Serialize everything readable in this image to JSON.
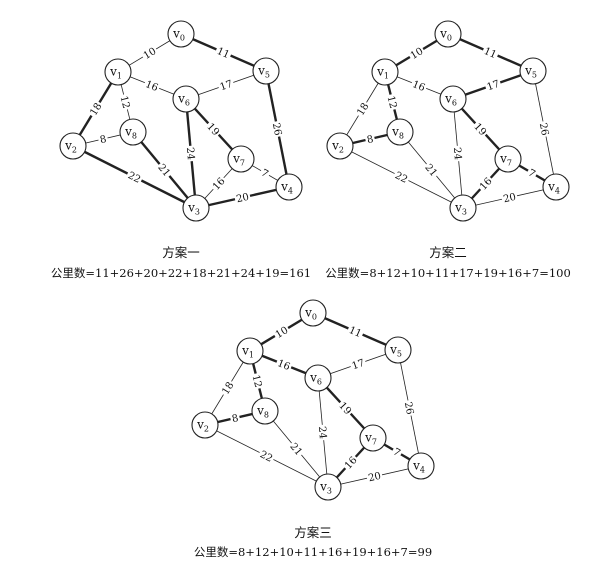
{
  "nodes": [
    {
      "id": "v0",
      "base": "v",
      "sub": "0"
    },
    {
      "id": "v1",
      "base": "v",
      "sub": "1"
    },
    {
      "id": "v2",
      "base": "v",
      "sub": "2"
    },
    {
      "id": "v3",
      "base": "v",
      "sub": "3"
    },
    {
      "id": "v4",
      "base": "v",
      "sub": "4"
    },
    {
      "id": "v5",
      "base": "v",
      "sub": "5"
    },
    {
      "id": "v6",
      "base": "v",
      "sub": "6"
    },
    {
      "id": "v7",
      "base": "v",
      "sub": "7"
    },
    {
      "id": "v8",
      "base": "v",
      "sub": "8"
    }
  ],
  "edges": [
    {
      "from": "v0",
      "to": "v1",
      "w": "10"
    },
    {
      "from": "v0",
      "to": "v5",
      "w": "11"
    },
    {
      "from": "v1",
      "to": "v6",
      "w": "16"
    },
    {
      "from": "v6",
      "to": "v5",
      "w": "17"
    },
    {
      "from": "v1",
      "to": "v2",
      "w": "18"
    },
    {
      "from": "v1",
      "to": "v8",
      "w": "12"
    },
    {
      "from": "v2",
      "to": "v8",
      "w": "8"
    },
    {
      "from": "v8",
      "to": "v3",
      "w": "21"
    },
    {
      "from": "v6",
      "to": "v3",
      "w": "24"
    },
    {
      "from": "v6",
      "to": "v7",
      "w": "19"
    },
    {
      "from": "v5",
      "to": "v4",
      "w": "26"
    },
    {
      "from": "v7",
      "to": "v3",
      "w": "16"
    },
    {
      "from": "v7",
      "to": "v4",
      "w": "7"
    },
    {
      "from": "v2",
      "to": "v3",
      "w": "22"
    },
    {
      "from": "v3",
      "to": "v4",
      "w": "20"
    }
  ],
  "plans": [
    {
      "title": "方案一",
      "formula": "公里数=11+26+20+22+18+21+24+19=161",
      "selected": [
        "v0-v5",
        "v5-v4",
        "v3-v4",
        "v2-v3",
        "v1-v2",
        "v8-v3",
        "v6-v3",
        "v6-v7"
      ]
    },
    {
      "title": "方案二",
      "formula": "公里数=8+12+10+11+17+19+16+7=100",
      "selected": [
        "v2-v8",
        "v1-v8",
        "v0-v1",
        "v0-v5",
        "v6-v5",
        "v6-v7",
        "v7-v3",
        "v7-v4"
      ]
    },
    {
      "title": "方案三",
      "formula": "公里数=8+12+10+11+16+19+16+7=99",
      "selected": [
        "v2-v8",
        "v1-v8",
        "v0-v1",
        "v0-v5",
        "v1-v6",
        "v6-v7",
        "v7-v3",
        "v7-v4"
      ]
    }
  ]
}
